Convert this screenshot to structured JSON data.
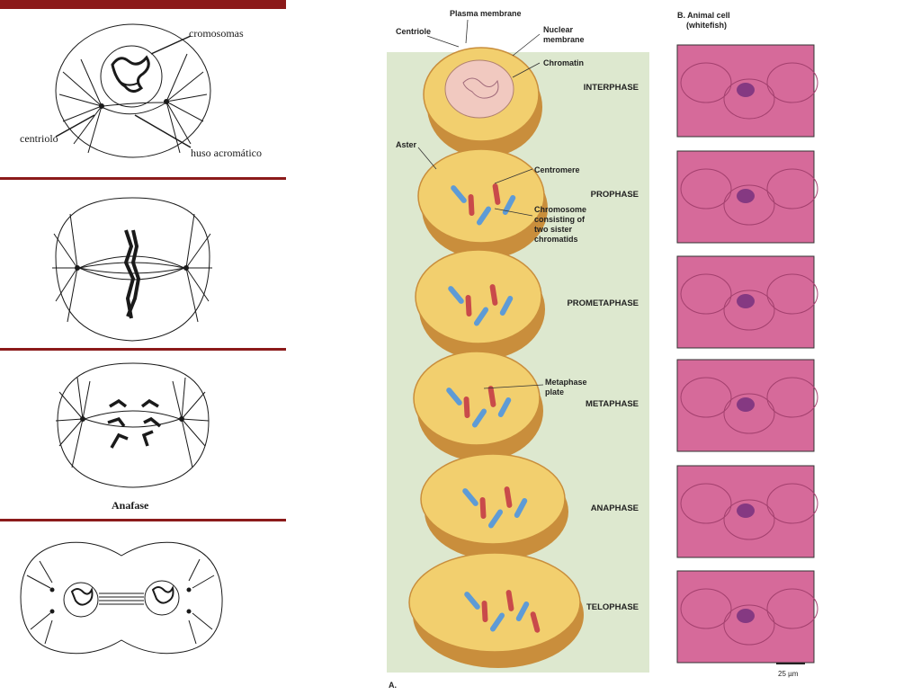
{
  "left_diagram": {
    "labels": {
      "chromosomes": "cromosomas",
      "centriole": "centriolo",
      "spindle": "huso acromático",
      "anaphase": "Anafase"
    },
    "colors": {
      "divider": "#8b1a1a",
      "ink": "#1a1a1a"
    }
  },
  "center_diagram": {
    "top_labels": {
      "plasma_membrane": "Plasma membrane",
      "centriole": "Centriole",
      "nuclear_membrane": "Nuclear\nmembrane",
      "chromatin": "Chromatin",
      "aster": "Aster",
      "centromere": "Centromere",
      "chromosome_sister": "Chromosome\nconsisting of\ntwo sister\nchromatids",
      "metaphase_plate": "Metaphase\nplate"
    },
    "phases": [
      "INTERPHASE",
      "PROPHASE",
      "PROMETAPHASE",
      "METAPHASE",
      "ANAPHASE",
      "TELOPHASE"
    ],
    "panel_label": "A.",
    "colors": {
      "background": "#dde8cf",
      "cell_fill": "#f2cf6e",
      "cell_edge": "#c98e3c",
      "chromosome_blue": "#5e9bd6",
      "chromosome_red": "#c94a4a"
    }
  },
  "right_micrographs": {
    "title": "B. Animal cell\n(whitefish)",
    "scale_label": "25 µm",
    "colors": {
      "tissue": "#d66a9a",
      "nucleus": "#6a2a7a"
    }
  }
}
